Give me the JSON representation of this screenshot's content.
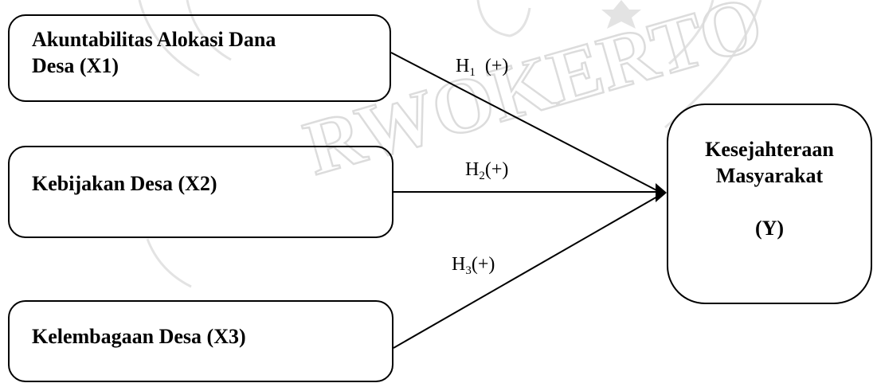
{
  "diagram": {
    "independent_variables": [
      {
        "id": "x1",
        "line1": "Akuntabilitas Alokasi Dana",
        "line2": "Desa (X1)"
      },
      {
        "id": "x2",
        "label": "Kebijakan Desa (X2)"
      },
      {
        "id": "x3",
        "label": "Kelembagaan Desa (X3)"
      }
    ],
    "dependent_variable": {
      "line1": "Kesejahteraan",
      "line2": "Masyarakat",
      "line3": "(Y)"
    },
    "hypotheses": [
      {
        "letter": "H",
        "index": "1",
        "sign": "(+)"
      },
      {
        "letter": "H",
        "index": "2",
        "sign": "(+)"
      },
      {
        "letter": "H",
        "index": "3",
        "sign": "(+)"
      }
    ],
    "watermark_text": "RWOKERTO"
  }
}
